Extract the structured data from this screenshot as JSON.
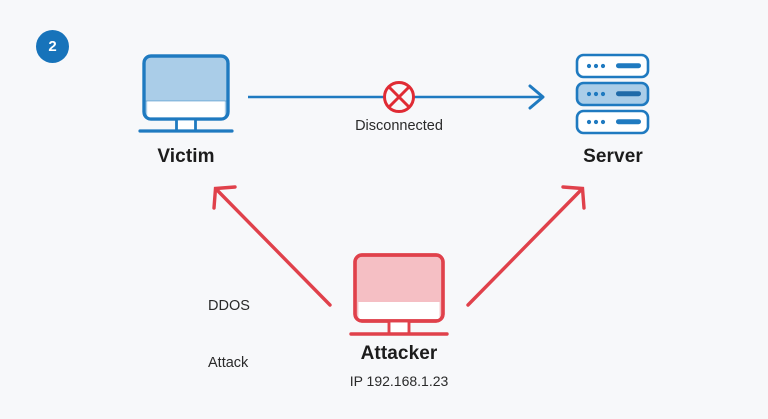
{
  "diagram": {
    "title": "DDOS attack step 2 diagram",
    "step_badge": "2",
    "background_color": "#f7f8fa",
    "colors": {
      "blue_stroke": "#1f7ac0",
      "blue_fill": "#aacde8",
      "badge_blue": "#1773ba",
      "red_stroke": "#e0414b",
      "red_fill": "#f5bfc4",
      "text": "#1c1c1c"
    },
    "nodes": [
      {
        "id": "victim",
        "label": "Victim",
        "icon": "desktop-monitor-icon",
        "sublabel": ""
      },
      {
        "id": "server",
        "label": "Server",
        "icon": "server-rack-icon",
        "sublabel": ""
      },
      {
        "id": "attacker",
        "label": "Attacker",
        "icon": "desktop-monitor-icon",
        "sublabel": "IP 192.168.1.23"
      }
    ],
    "edges": [
      {
        "id": "victim-server",
        "label": "Disconnected",
        "from": "victim",
        "to": "server",
        "color": "#1f7ac0",
        "marker": "blocked-circle-x-icon"
      },
      {
        "id": "attacker-victim",
        "label": "DDOS\nAttack",
        "label_line1": "DDOS",
        "label_line2": "Attack",
        "from": "attacker",
        "to": "victim",
        "color": "#e0414b",
        "marker": "arrowhead"
      },
      {
        "id": "attacker-server",
        "label": "",
        "from": "attacker",
        "to": "server",
        "color": "#e0414b",
        "marker": "arrowhead"
      }
    ]
  }
}
